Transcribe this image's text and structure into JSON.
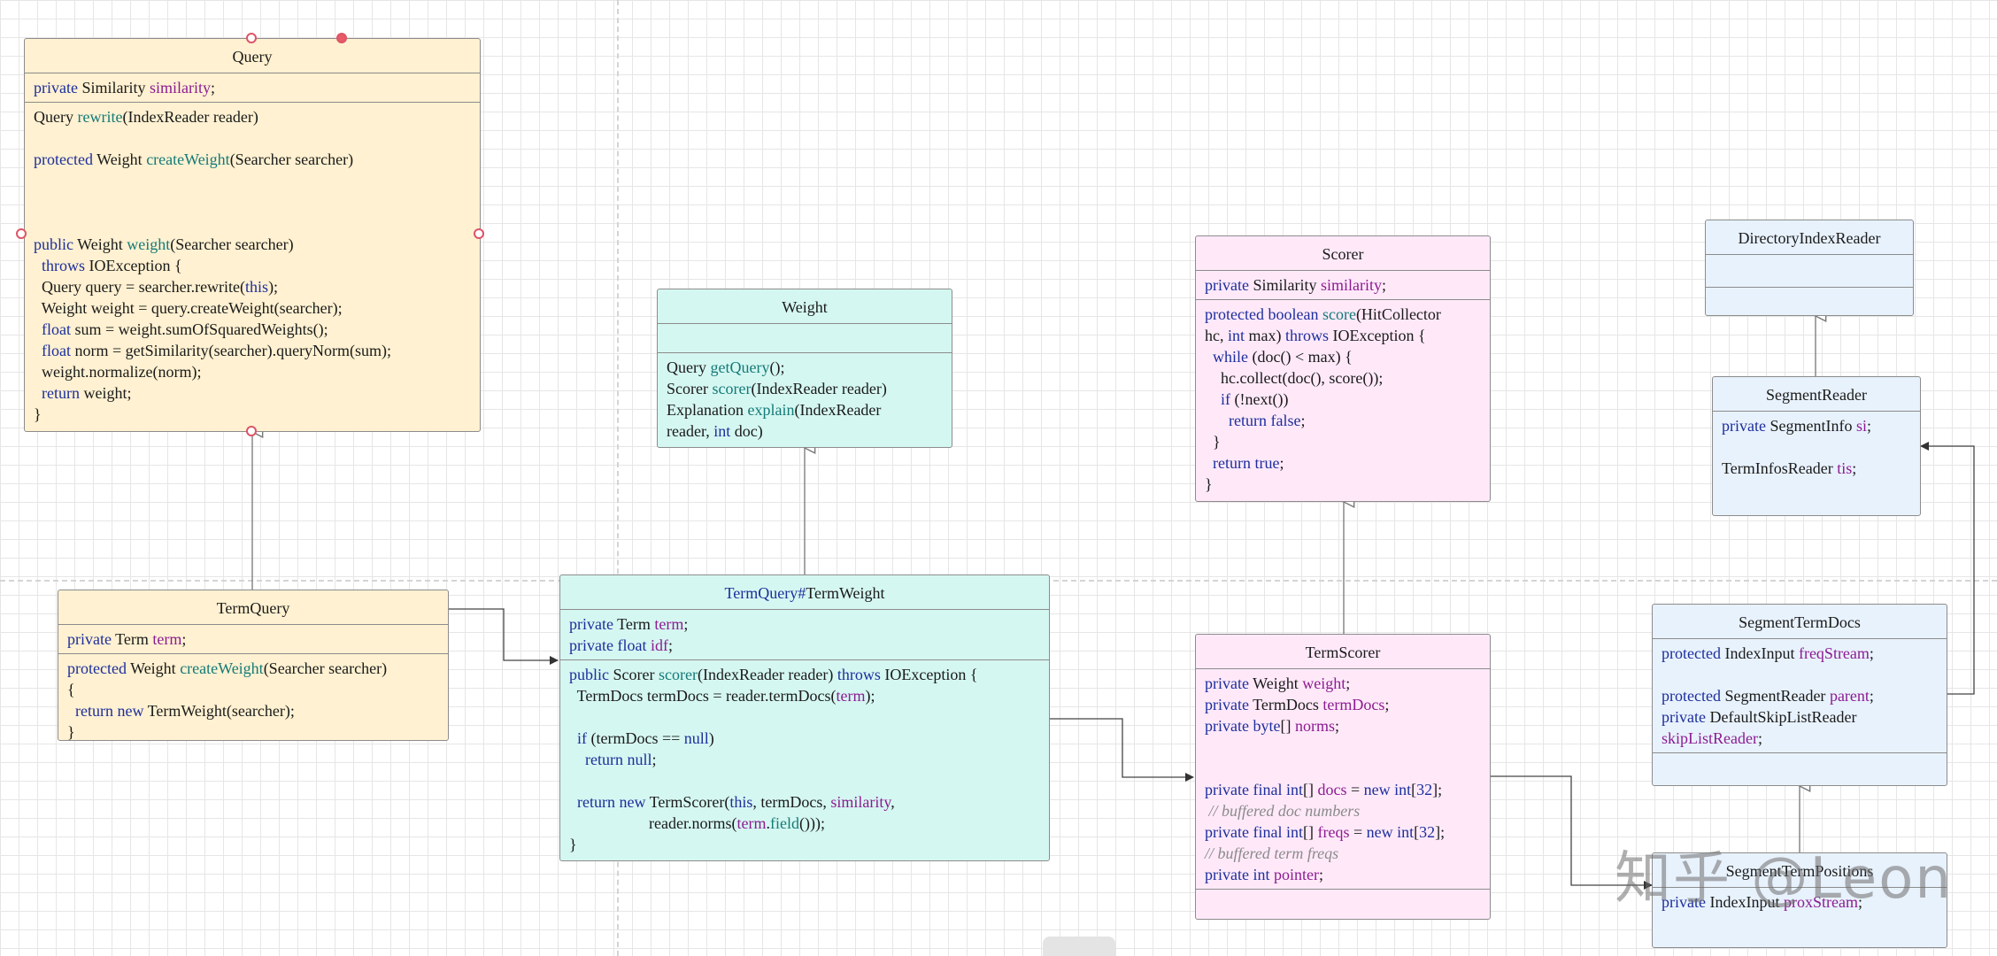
{
  "classes": {
    "query": {
      "name": "Query",
      "fields": [
        [
          [
            "kw",
            "private "
          ],
          [
            "t",
            "Similarity "
          ],
          [
            "fd",
            "similarity"
          ],
          [
            "t",
            ";"
          ]
        ]
      ],
      "methods": [
        [
          [
            "t",
            "Query "
          ],
          [
            "fn",
            "rewrite"
          ],
          [
            "t",
            "(IndexReader reader)"
          ]
        ],
        [],
        [
          [
            "kw",
            "protected "
          ],
          [
            "t",
            "Weight "
          ],
          [
            "fn",
            "createWeight"
          ],
          [
            "t",
            "(Searcher searcher)"
          ]
        ],
        [],
        [],
        [],
        [
          [
            "kw",
            "public "
          ],
          [
            "t",
            "Weight "
          ],
          [
            "fn",
            "weight"
          ],
          [
            "t",
            "(Searcher searcher)"
          ]
        ],
        [
          [
            "t",
            "  "
          ],
          [
            "kw",
            "throws "
          ],
          [
            "t",
            "IOException {"
          ]
        ],
        [
          [
            "t",
            "  Query query = searcher.rewrite("
          ],
          [
            "kw",
            "this"
          ],
          [
            "t",
            ");"
          ]
        ],
        [
          [
            "t",
            "  Weight weight = query.createWeight(searcher);"
          ]
        ],
        [
          [
            "t",
            "  "
          ],
          [
            "kw",
            "float "
          ],
          [
            "t",
            "sum = weight.sumOfSquaredWeights();"
          ]
        ],
        [
          [
            "t",
            "  "
          ],
          [
            "kw",
            "float "
          ],
          [
            "t",
            "norm = getSimilarity(searcher).queryNorm(sum);"
          ]
        ],
        [
          [
            "t",
            "  weight.normalize(norm);"
          ]
        ],
        [
          [
            "t",
            "  "
          ],
          [
            "kw",
            "return "
          ],
          [
            "t",
            "weight;"
          ]
        ],
        [
          [
            "t",
            "}"
          ]
        ]
      ]
    },
    "termquery": {
      "name": "TermQuery",
      "fields": [
        [
          [
            "kw",
            "private "
          ],
          [
            "t",
            "Term "
          ],
          [
            "fd",
            "term"
          ],
          [
            "t",
            ";"
          ]
        ]
      ],
      "methods": [
        [
          [
            "kw",
            "protected "
          ],
          [
            "t",
            "Weight "
          ],
          [
            "fn",
            "createWeight"
          ],
          [
            "t",
            "(Searcher searcher)"
          ]
        ],
        [
          [
            "t",
            "{"
          ]
        ],
        [
          [
            "t",
            "  "
          ],
          [
            "kw",
            "return "
          ],
          [
            "kw",
            "new "
          ],
          [
            "t",
            "TermWeight(searcher);"
          ]
        ],
        [
          [
            "t",
            "}"
          ]
        ]
      ]
    },
    "weight": {
      "name": "Weight",
      "fields": [],
      "methods": [
        [
          [
            "t",
            "Query "
          ],
          [
            "fn",
            "getQuery"
          ],
          [
            "t",
            "();"
          ]
        ],
        [
          [
            "t",
            "Scorer "
          ],
          [
            "fn",
            "scorer"
          ],
          [
            "t",
            "(IndexReader reader)"
          ]
        ],
        [
          [
            "t",
            "Explanation "
          ],
          [
            "fn",
            "explain"
          ],
          [
            "t",
            "(IndexReader"
          ]
        ],
        [
          [
            "t",
            "reader, "
          ],
          [
            "kw",
            "int "
          ],
          [
            "t",
            "doc)"
          ]
        ]
      ]
    },
    "termweight": {
      "name_prefix": "TermQuery#",
      "name": "TermWeight",
      "fields": [
        [
          [
            "kw",
            "private "
          ],
          [
            "t",
            "Term "
          ],
          [
            "fd",
            "term"
          ],
          [
            "t",
            ";"
          ]
        ],
        [
          [
            "kw",
            "private "
          ],
          [
            "kw",
            "float "
          ],
          [
            "fd",
            "idf"
          ],
          [
            "t",
            ";"
          ]
        ]
      ],
      "methods": [
        [
          [
            "kw",
            "public "
          ],
          [
            "t",
            "Scorer "
          ],
          [
            "fn",
            "scorer"
          ],
          [
            "t",
            "(IndexReader reader) "
          ],
          [
            "kw",
            "throws "
          ],
          [
            "t",
            "IOException {"
          ]
        ],
        [
          [
            "t",
            "  TermDocs termDocs = reader.termDocs("
          ],
          [
            "fd",
            "term"
          ],
          [
            "t",
            ");"
          ]
        ],
        [],
        [
          [
            "t",
            "  "
          ],
          [
            "kw",
            "if "
          ],
          [
            "t",
            "(termDocs == "
          ],
          [
            "kw",
            "null"
          ],
          [
            "t",
            ")"
          ]
        ],
        [
          [
            "t",
            "    "
          ],
          [
            "kw",
            "return "
          ],
          [
            "kw",
            "null"
          ],
          [
            "t",
            ";"
          ]
        ],
        [],
        [
          [
            "t",
            "  "
          ],
          [
            "kw",
            "return "
          ],
          [
            "kw",
            "new "
          ],
          [
            "t",
            "TermScorer("
          ],
          [
            "kw",
            "this"
          ],
          [
            "t",
            ", termDocs, "
          ],
          [
            "fd",
            "similarity"
          ],
          [
            "t",
            ","
          ]
        ],
        [
          [
            "t",
            "                    reader.norms("
          ],
          [
            "fd",
            "term"
          ],
          [
            "t",
            "."
          ],
          [
            "fn",
            "field"
          ],
          [
            "t",
            "()));"
          ]
        ],
        [
          [
            "t",
            "}"
          ]
        ]
      ]
    },
    "scorer": {
      "name": "Scorer",
      "fields": [
        [
          [
            "kw",
            "private "
          ],
          [
            "t",
            "Similarity "
          ],
          [
            "fd",
            "similarity"
          ],
          [
            "t",
            ";"
          ]
        ]
      ],
      "methods": [
        [
          [
            "kw",
            "protected "
          ],
          [
            "kw",
            "boolean "
          ],
          [
            "fn",
            "score"
          ],
          [
            "t",
            "(HitCollector"
          ]
        ],
        [
          [
            "t",
            "hc, "
          ],
          [
            "kw",
            "int "
          ],
          [
            "t",
            "max) "
          ],
          [
            "kw",
            "throws "
          ],
          [
            "t",
            "IOException {"
          ]
        ],
        [
          [
            "t",
            "  "
          ],
          [
            "kw",
            "while "
          ],
          [
            "t",
            "(doc() < max) {"
          ]
        ],
        [
          [
            "t",
            "    hc.collect(doc(), score());"
          ]
        ],
        [
          [
            "t",
            "    "
          ],
          [
            "kw",
            "if "
          ],
          [
            "t",
            "(!next())"
          ]
        ],
        [
          [
            "t",
            "      "
          ],
          [
            "kw",
            "return "
          ],
          [
            "kw",
            "false"
          ],
          [
            "t",
            ";"
          ]
        ],
        [
          [
            "t",
            "  }"
          ]
        ],
        [
          [
            "t",
            "  "
          ],
          [
            "kw",
            "return "
          ],
          [
            "kw",
            "true"
          ],
          [
            "t",
            ";"
          ]
        ],
        [
          [
            "t",
            "}"
          ]
        ]
      ]
    },
    "termscorer": {
      "name": "TermScorer",
      "fields": [
        [
          [
            "kw",
            "private "
          ],
          [
            "t",
            "Weight "
          ],
          [
            "fd",
            "weight"
          ],
          [
            "t",
            ";"
          ]
        ],
        [
          [
            "kw",
            "private "
          ],
          [
            "t",
            "TermDocs "
          ],
          [
            "fd",
            "termDocs"
          ],
          [
            "t",
            ";"
          ]
        ],
        [
          [
            "kw",
            "private "
          ],
          [
            "kw",
            "byte"
          ],
          [
            "t",
            "[] "
          ],
          [
            "fd",
            "norms"
          ],
          [
            "t",
            ";"
          ]
        ],
        [],
        [],
        [
          [
            "kw",
            "private "
          ],
          [
            "kw",
            "final "
          ],
          [
            "kw",
            "int"
          ],
          [
            "t",
            "[] "
          ],
          [
            "fd",
            "docs"
          ],
          [
            "t",
            " = "
          ],
          [
            "kw",
            "new "
          ],
          [
            "kw",
            "int"
          ],
          [
            "t",
            "["
          ],
          [
            "num",
            "32"
          ],
          [
            "t",
            "];"
          ]
        ],
        [
          [
            "cm",
            " // buffered doc numbers"
          ]
        ],
        [
          [
            "kw",
            "private "
          ],
          [
            "kw",
            "final "
          ],
          [
            "kw",
            "int"
          ],
          [
            "t",
            "[] "
          ],
          [
            "fd",
            "freqs"
          ],
          [
            "t",
            " = "
          ],
          [
            "kw",
            "new "
          ],
          [
            "kw",
            "int"
          ],
          [
            "t",
            "["
          ],
          [
            "num",
            "32"
          ],
          [
            "t",
            "];"
          ]
        ],
        [
          [
            "cm",
            "// buffered term freqs"
          ]
        ],
        [
          [
            "kw",
            "private "
          ],
          [
            "kw",
            "int "
          ],
          [
            "fd",
            "pointer"
          ],
          [
            "t",
            ";"
          ]
        ]
      ],
      "methods": []
    },
    "directoryindexreader": {
      "name": "DirectoryIndexReader",
      "fields": [],
      "methods": []
    },
    "segmentreader": {
      "name": "SegmentReader",
      "fields": [
        [
          [
            "kw",
            "private "
          ],
          [
            "t",
            "SegmentInfo "
          ],
          [
            "fd",
            "si"
          ],
          [
            "t",
            ";"
          ]
        ],
        [],
        [
          [
            "t",
            "TermInfosReader "
          ],
          [
            "fd",
            "tis"
          ],
          [
            "t",
            ";"
          ]
        ]
      ],
      "methods": []
    },
    "segmenttermdocs": {
      "name": "SegmentTermDocs",
      "fields": [
        [
          [
            "kw",
            "protected "
          ],
          [
            "t",
            "IndexInput "
          ],
          [
            "fd",
            "freqStream"
          ],
          [
            "t",
            ";"
          ]
        ],
        [],
        [
          [
            "kw",
            "protected "
          ],
          [
            "t",
            "SegmentReader "
          ],
          [
            "fd",
            "parent"
          ],
          [
            "t",
            ";"
          ]
        ],
        [
          [
            "kw",
            "private "
          ],
          [
            "t",
            "DefaultSkipListReader"
          ]
        ],
        [
          [
            "fd",
            "skipListReader"
          ],
          [
            "t",
            ";"
          ]
        ]
      ],
      "methods": []
    },
    "segmenttermpositions": {
      "name": "SegmentTermPositions",
      "fields": [
        [
          [
            "kw",
            "private "
          ],
          [
            "t",
            "IndexInput "
          ],
          [
            "fd",
            "proxStream"
          ],
          [
            "t",
            ";"
          ]
        ]
      ],
      "methods": []
    }
  },
  "colors": {
    "keyword": "#1d2e9c",
    "method": "#147a78",
    "field": "#8c1b92",
    "comment": "#8a8a8a",
    "query_fill": "#fff1d1",
    "weight_fill": "#d5f7f1",
    "scorer_fill": "#ffe9f9",
    "reader_fill": "#e8f2fd",
    "handle": "#dd5566"
  },
  "watermark": "知乎 @Leon"
}
